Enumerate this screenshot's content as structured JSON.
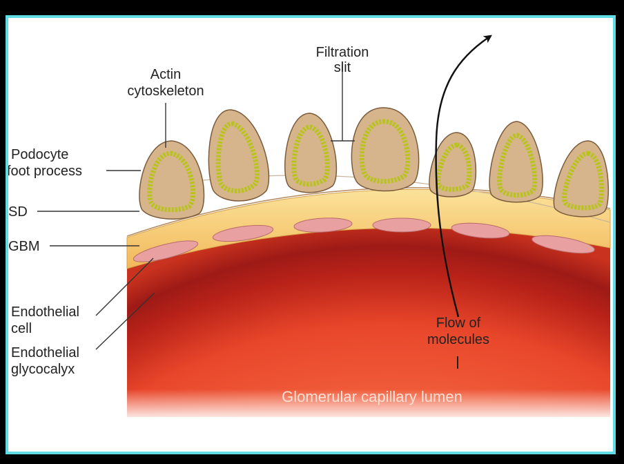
{
  "labels": {
    "actin_line1": "Actin",
    "actin_line2": "cytoskeleton",
    "filtration_line1": "Filtration",
    "filtration_line2": "slit",
    "podocyte_line1": "Podocyte",
    "podocyte_line2": "foot process",
    "sd": "SD",
    "gbm": "GBM",
    "endo_cell_line1": "Endothelial",
    "endo_cell_line2": "cell",
    "endo_gly_line1": "Endothelial",
    "endo_gly_line2": "glycocalyx",
    "flow_line1": "Flow of",
    "flow_line2": "molecules",
    "lumen": "Glomerular capillary lumen"
  },
  "colors": {
    "frame": "#000000",
    "border": "#5fdde6",
    "lumen": "#e8462a",
    "lumen_dark": "#9e1a16",
    "gbm": "#f7c66a",
    "podocyte_fill": "#d6b48c",
    "actin": "#b8c41c"
  }
}
